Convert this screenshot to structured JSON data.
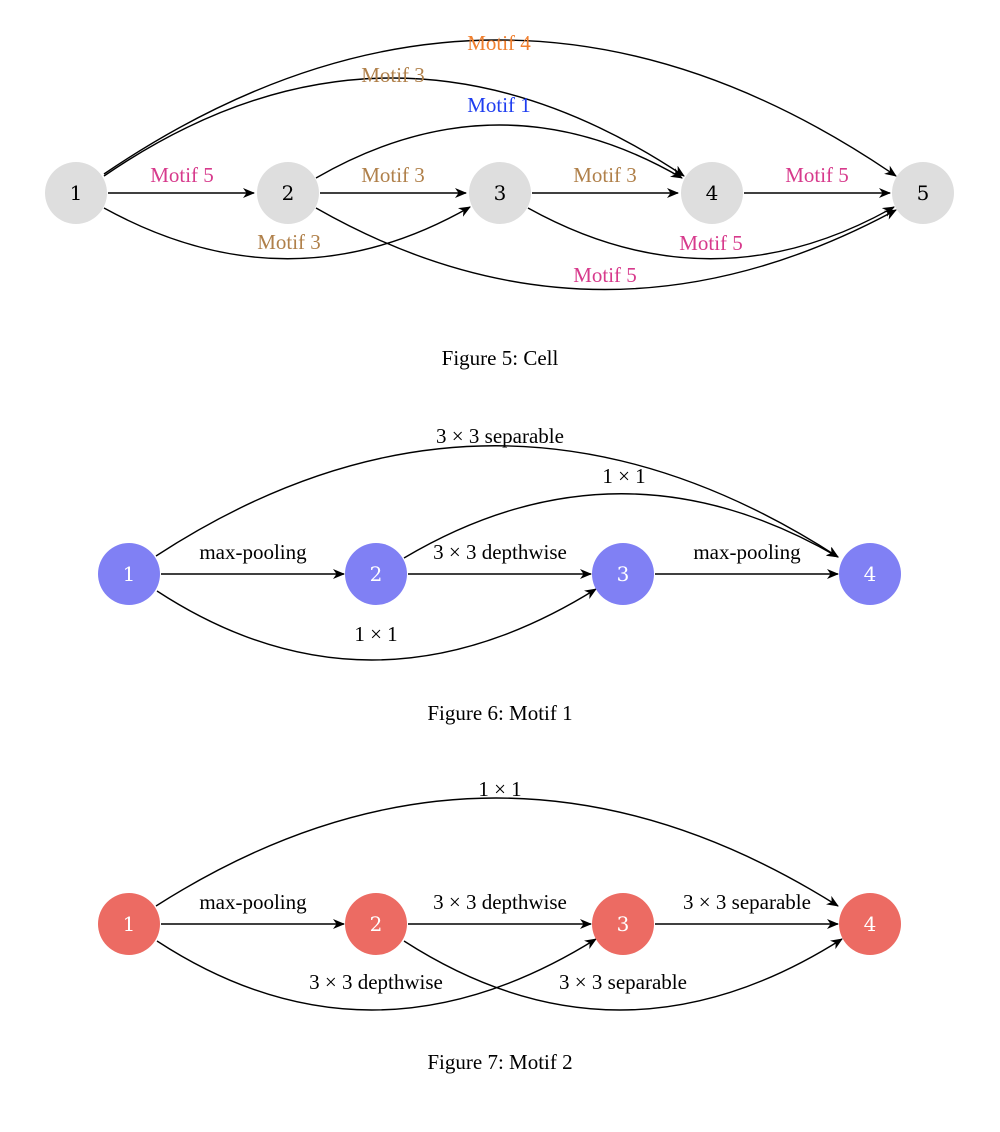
{
  "colors": {
    "cell_node": "#dedede",
    "motif1_node": "#8080f4",
    "motif2_node": "#ec6b63",
    "motif1_label": "#1f3ef0",
    "motif3_label": "#b0804a",
    "motif4_label": "#f07f2e",
    "motif5_label": "#d73a8c",
    "black": "#000000"
  },
  "figures": [
    {
      "caption": "Figure 5: Cell",
      "nodes": [
        "1",
        "2",
        "3",
        "4",
        "5"
      ],
      "edges": [
        {
          "from": "1",
          "to": "2",
          "label": "Motif 5",
          "color": "motif5_label"
        },
        {
          "from": "2",
          "to": "3",
          "label": "Motif 3",
          "color": "motif3_label"
        },
        {
          "from": "3",
          "to": "4",
          "label": "Motif 3",
          "color": "motif3_label"
        },
        {
          "from": "4",
          "to": "5",
          "label": "Motif 5",
          "color": "motif5_label"
        },
        {
          "from": "1",
          "to": "3",
          "label": "Motif 3",
          "color": "motif3_label"
        },
        {
          "from": "2",
          "to": "4",
          "label": "Motif 1",
          "color": "motif1_label"
        },
        {
          "from": "3",
          "to": "5",
          "label": "Motif 5",
          "color": "motif5_label"
        },
        {
          "from": "2",
          "to": "5",
          "label": "Motif 5",
          "color": "motif5_label"
        },
        {
          "from": "1",
          "to": "4",
          "label": "Motif 3",
          "color": "motif3_label"
        },
        {
          "from": "1",
          "to": "5",
          "label": "Motif 4",
          "color": "motif4_label"
        }
      ]
    },
    {
      "caption": "Figure 6: Motif 1",
      "nodes": [
        "1",
        "2",
        "3",
        "4"
      ],
      "edges": [
        {
          "from": "1",
          "to": "2",
          "label": "max-pooling"
        },
        {
          "from": "2",
          "to": "3",
          "label": "3 × 3 depthwise"
        },
        {
          "from": "3",
          "to": "4",
          "label": "max-pooling"
        },
        {
          "from": "1",
          "to": "3",
          "label": "1 × 1"
        },
        {
          "from": "2",
          "to": "4",
          "label": "1 × 1"
        },
        {
          "from": "1",
          "to": "4",
          "label": "3 × 3 separable"
        }
      ]
    },
    {
      "caption": "Figure 7: Motif 2",
      "nodes": [
        "1",
        "2",
        "3",
        "4"
      ],
      "edges": [
        {
          "from": "1",
          "to": "2",
          "label": "max-pooling"
        },
        {
          "from": "2",
          "to": "3",
          "label": "3 × 3 depthwise"
        },
        {
          "from": "3",
          "to": "4",
          "label": "3 × 3 separable"
        },
        {
          "from": "1",
          "to": "3",
          "label": "3 × 3 depthwise"
        },
        {
          "from": "2",
          "to": "4",
          "label": "3 × 3 separable"
        },
        {
          "from": "1",
          "to": "4",
          "label": "1 × 1"
        }
      ]
    }
  ]
}
